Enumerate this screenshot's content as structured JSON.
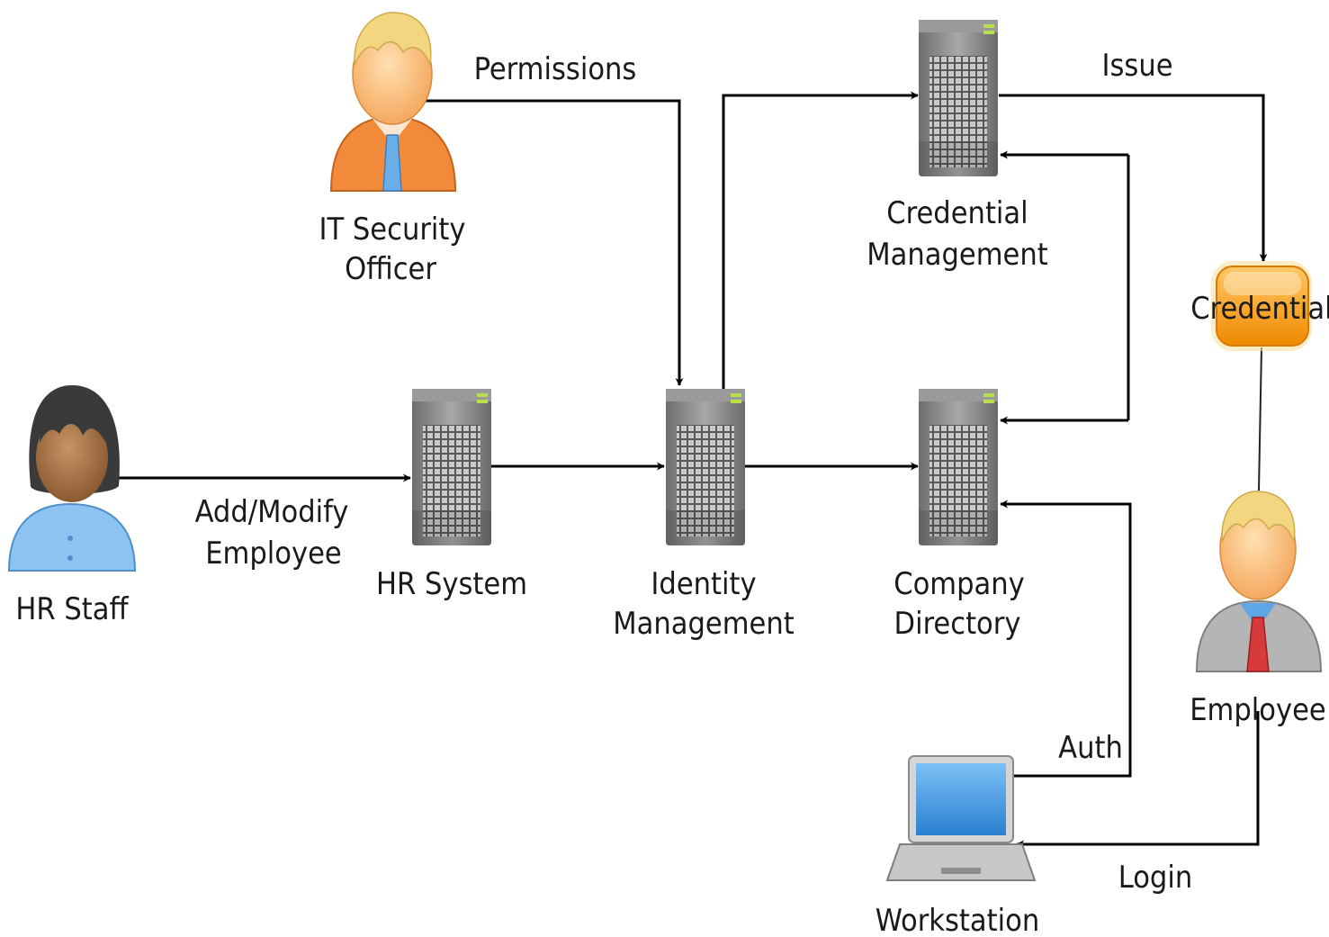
{
  "nodes": {
    "hr_staff": "HR Staff",
    "it_officer_line1": "IT Security",
    "it_officer_line2": "Officer",
    "hr_system": "HR System",
    "identity_line1": "Identity",
    "identity_line2": "Management",
    "credential_mgmt_line1": "Credential",
    "credential_mgmt_line2": "Management",
    "company_dir_line1": "Company",
    "company_dir_line2": "Directory",
    "credential": "Credential",
    "employee": "Employee",
    "workstation": "Workstation"
  },
  "edges": {
    "add_modify_line1": "Add/Modify",
    "add_modify_line2": "Employee",
    "permissions": "Permissions",
    "issue": "Issue",
    "auth": "Auth",
    "login": "Login"
  },
  "colors": {
    "server_body": "#8c8c8c",
    "officer_shirt": "#f28a3c",
    "credential_fill": "#ff9a1a",
    "staff_shirt": "#7fb8ec",
    "employee_suit": "#a9a9a9",
    "laptop_screen": "#3f97e0"
  }
}
